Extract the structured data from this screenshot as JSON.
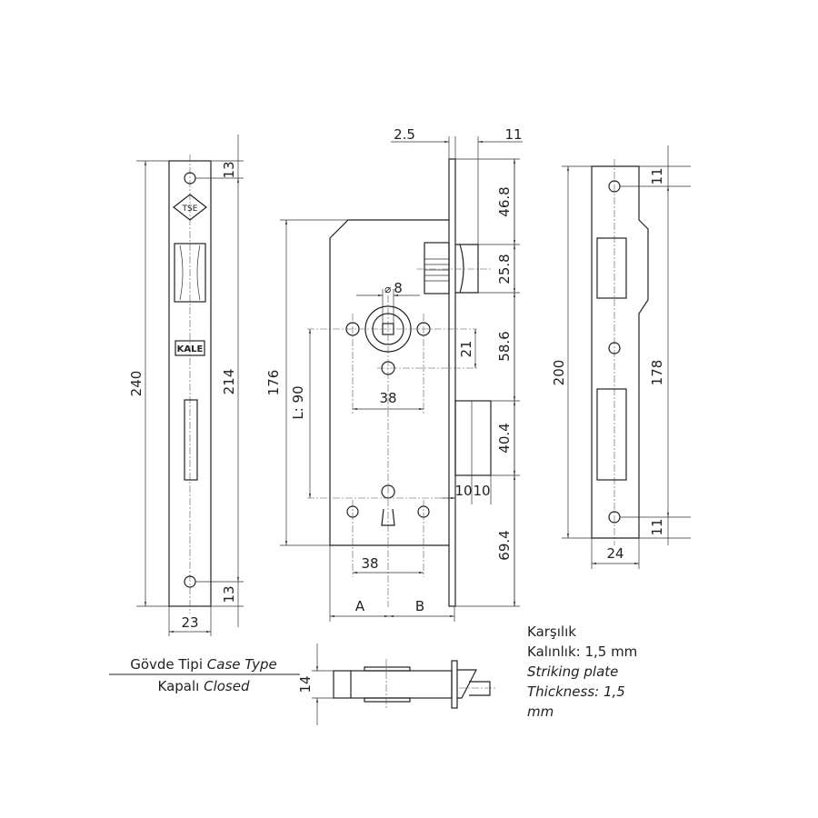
{
  "left_plate": {
    "dims": {
      "total": "240",
      "inner": "214",
      "top": "13",
      "bottom": "13",
      "width": "23"
    },
    "logos": {
      "tse": "TSE",
      "brand": "KALE"
    }
  },
  "lock_body": {
    "dims": {
      "plate": "2.5",
      "latch_proj": "11",
      "d1": "46.8",
      "d2": "25.8",
      "d3": "58.6",
      "d4": "40.4",
      "d5": "69.4",
      "spindle_diam": "8",
      "spindle_offset": "21",
      "hole_spacing_top": "38",
      "hole_spacing_bottom": "38",
      "height": "176",
      "l90": "L: 90",
      "bolt_a": "10",
      "bolt_b": "10",
      "a": "A",
      "b": "B"
    }
  },
  "strike_plate": {
    "dims": {
      "total": "200",
      "inner": "178",
      "top": "11",
      "bottom": "11",
      "width": "24"
    }
  },
  "case_type": {
    "line1_tr": "Gövde Tipi",
    "line1_en": "Case Type",
    "line2_tr": "Kapalı",
    "line2_en": "Closed",
    "thickness": "14"
  },
  "strike_note": {
    "line1": "Karşılık",
    "line2": "Kalınlık: 1,5 mm",
    "line3": "Striking plate",
    "line4": "Thickness: 1,5",
    "line5": "mm"
  }
}
